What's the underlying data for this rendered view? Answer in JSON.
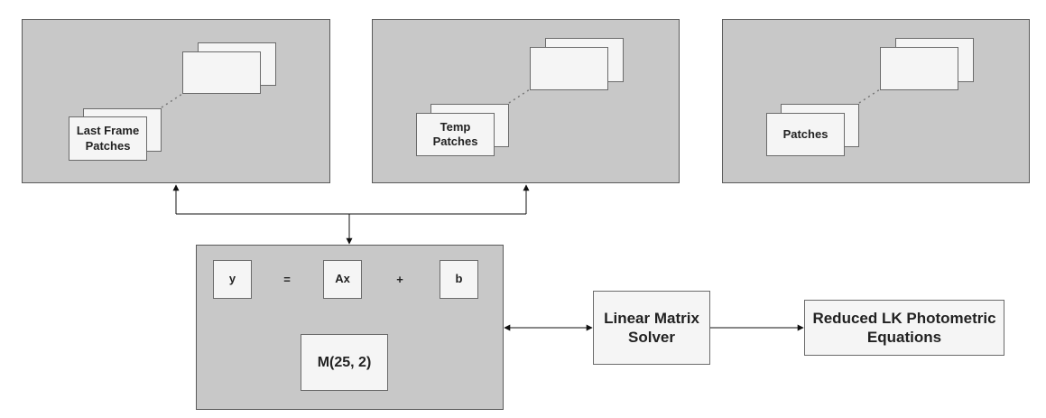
{
  "panels": {
    "last_frame": {
      "label": "Last Frame Patches"
    },
    "temp": {
      "label": "Temp Patches"
    },
    "patches": {
      "label": "Patches"
    }
  },
  "equation_block": {
    "y": "y",
    "equals": "=",
    "ax": "Ax",
    "plus": "+",
    "b": "b",
    "matrix": "M(25, 2)"
  },
  "solver": {
    "label": "Linear Matrix Solver"
  },
  "output": {
    "label": "Reduced LK Photometric Equations"
  },
  "colors": {
    "panel_fill": "#c8c8c8",
    "sheet_fill": "#f5f5f5",
    "line": "#111111"
  }
}
